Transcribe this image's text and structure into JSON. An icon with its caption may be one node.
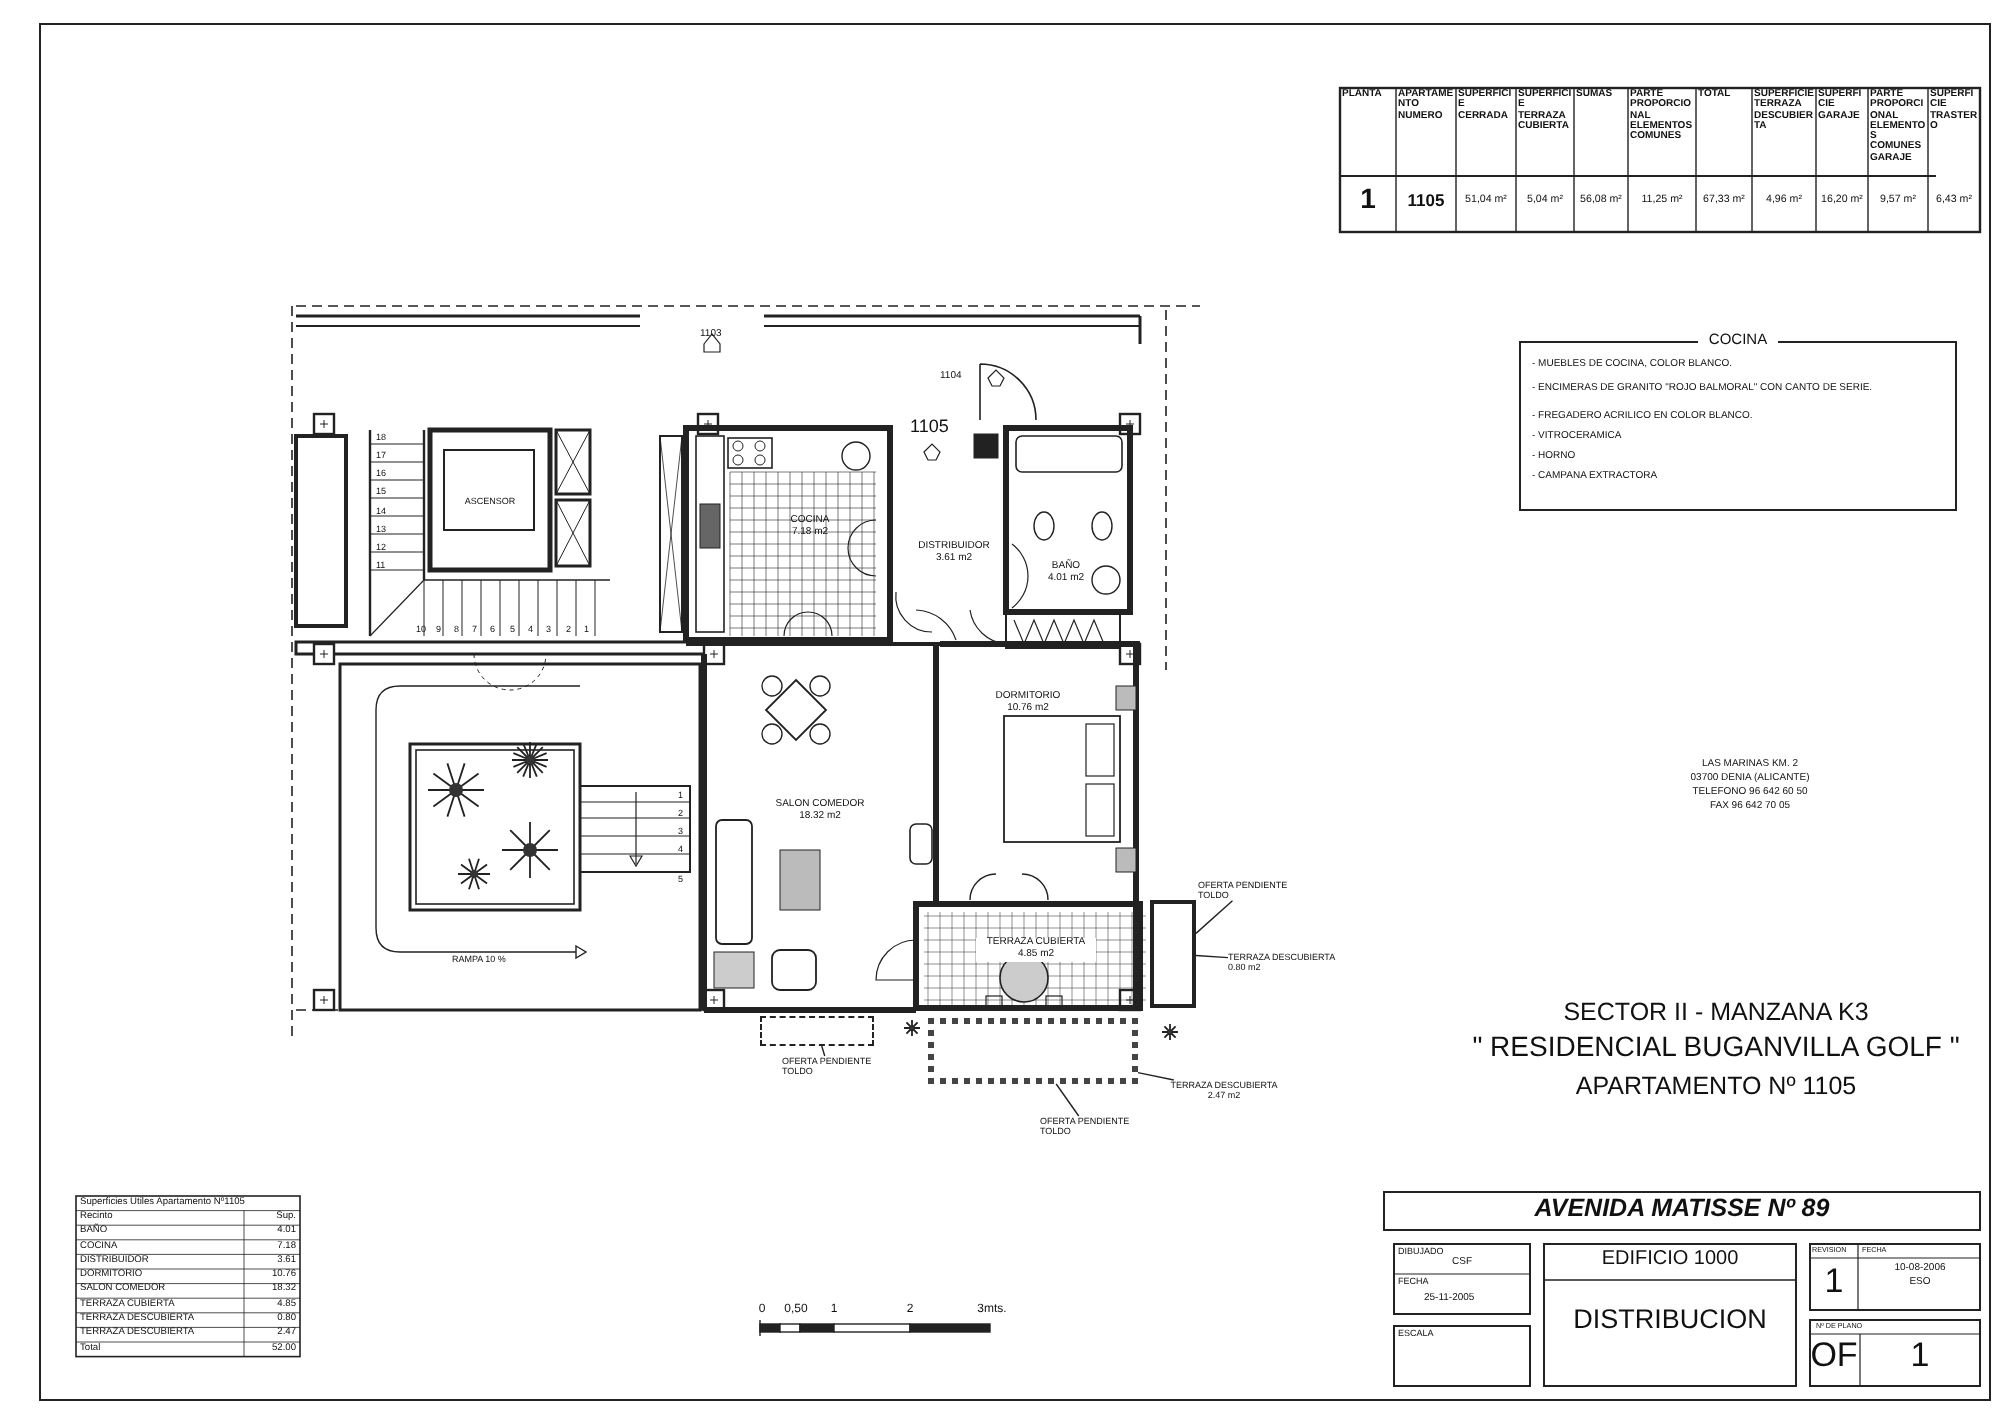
{
  "diagram": {
    "title": "\" RESIDENCIAL BUGANVILLA GOLF \"",
    "nodes": [
      {
        "text": [
          "ASCENSOR"
        ]
      },
      {
        "text": [
          "COCINA",
          "7.18 m2"
        ]
      },
      {
        "text": [
          "DISTRIBUIDOR",
          "3.61 m2"
        ]
      },
      {
        "text": [
          "BAÑO",
          "4.01 m2"
        ]
      },
      {
        "text": [
          "DORMITORIO",
          "10.76 m2"
        ]
      },
      {
        "text": [
          "SALON COMEDOR",
          "18.32 m2"
        ]
      },
      {
        "text": [
          "TERRAZA CUBIERTA",
          "4.85 m2"
        ]
      },
      {
        "text": [
          "OFERTA PENDIENTE TOLDO"
        ]
      },
      {
        "text": [],
        "shape": "box"
      },
      {
        "text": [
          "TERRAZA DESCUBIERTA",
          "0.80 m2"
        ]
      },
      {
        "text": [
          "OFERTA PENDIENTE TOLDO"
        ]
      },
      {
        "text": [],
        "shape": "box"
      },
      {
        "text": [
          "TERRAZA DESCUBIERTA",
          "2.47 m2"
        ]
      },
      {
        "text": [],
        "shape": "box"
      },
      {
        "text": [
          "OFERTA PENDIENTE TOLDO"
        ]
      }
    ],
    "edges": [
      {
        "from": 7,
        "to": 8,
        "arrow": "none"
      },
      {
        "from": 9,
        "to": 8,
        "arrow": "none"
      },
      {
        "from": 10,
        "to": 11,
        "arrow": "none"
      },
      {
        "from": 12,
        "to": 13,
        "arrow": "none"
      },
      {
        "from": 14,
        "to": 13,
        "arrow": "none"
      }
    ],
    "labels": [
      "PLANTA",
      "APARTAMENTO NUMERO",
      "SUPERFICIE CERRADA",
      "SUPERFICIE TERRAZA CUBIERTA",
      "SUMAS",
      "PARTE PROPORCIONAL ELEMENTOS COMUNES",
      "TOTAL",
      "SUPERFICIE TERRAZA DESCUBIERTA",
      "SUPERFICIE GARAJE",
      "PARTE PROPORCIONAL ELEMENTOS COMUNES GARAJE",
      "SUPERFICIE TRASTERO",
      "1",
      "1105",
      "51,04 m²",
      "5,04 m²",
      "56,08 m²",
      "11,25 m²",
      "67,33 m²",
      "4,96 m²",
      "16,20 m²",
      "9,57 m²",
      "6,43 m²",
      "1103",
      "1104",
      "1105",
      "18",
      "17",
      "16",
      "15",
      "14",
      "13",
      "12",
      "11",
      "10",
      "9",
      "8",
      "7",
      "6",
      "5",
      "4",
      "3",
      "2",
      "1",
      "RAMPA 10 %",
      "1",
      "2",
      "3",
      "4",
      "5",
      "COCINA",
      "- MUEBLES DE COCINA, COLOR BLANCO.",
      "- ENCIMERAS DE GRANITO \"ROJO BALMORAL\" CON CANTO DE SERIE.",
      "- FREGADERO ACRILICO EN COLOR BLANCO.",
      "- VITROCERAMICA",
      "- HORNO",
      "- CAMPANA EXTRACTORA",
      "LAS MARINAS KM. 2",
      "03700 DENIA (ALICANTE)",
      "TELEFONO 96 642 60 50",
      "FAX 96 642 70 05",
      "SECTOR II - MANZANA K3",
      "APARTAMENTO Nº 1105",
      "Superficies Utiles Apartamento Nº1105",
      "Recinto",
      "Sup.",
      "BAÑO",
      "4.01",
      "COCINA",
      "7.18",
      "DISTRIBUIDOR",
      "3.61",
      "DORMITORIO",
      "10.76",
      "SALON COMEDOR",
      "18.32",
      "TERRAZA CUBIERTA",
      "4.85",
      "TERRAZA DESCUBIERTA",
      "0.80",
      "TERRAZA DESCUBIERTA",
      "2.47",
      "Total",
      "52.00",
      "0",
      "0,50",
      "1",
      "2",
      "3mts.",
      "AVENIDA MATISSE Nº 89",
      "DIBUJADO",
      "CSF",
      "FECHA",
      "25-11-2005",
      "ESCALA",
      "EDIFICIO 1000",
      "DISTRIBUCION",
      "REVISION",
      "FECHA",
      "1",
      "10-08-2006",
      "ESO",
      "Nº DE PLANO",
      "OF",
      "1"
    ]
  }
}
